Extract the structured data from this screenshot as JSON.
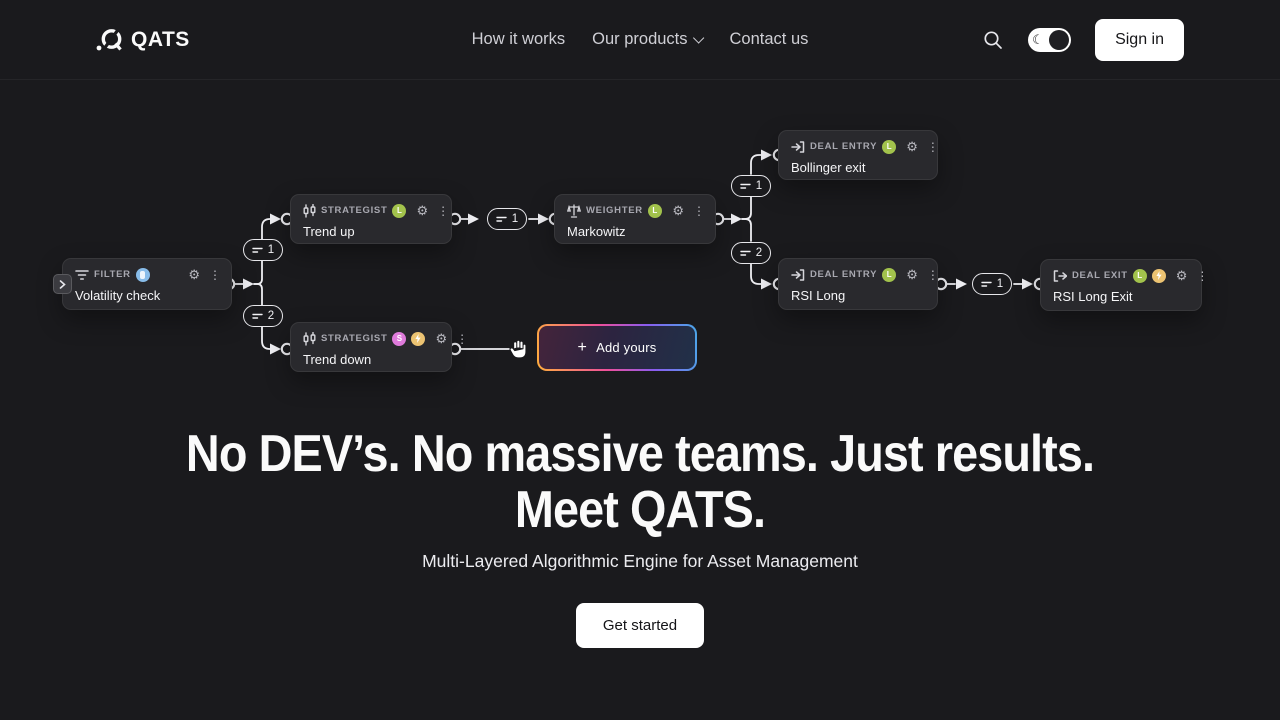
{
  "nav": {
    "brand": "QATS",
    "links": [
      {
        "label": "How it works",
        "has_dropdown": false
      },
      {
        "label": "Our products",
        "has_dropdown": true
      },
      {
        "label": "Contact us",
        "has_dropdown": false
      }
    ],
    "theme_toggle_state": "dark",
    "sign_in_label": "Sign in"
  },
  "flow": {
    "nodes": [
      {
        "type_label": "FILTER",
        "name": "Volatility check",
        "badges": [
          {
            "color": "#88bce9",
            "glyph": "",
            "kind": "indicator-icon"
          }
        ]
      },
      {
        "type_label": "STRATEGIST",
        "name": "Trend up",
        "badges": [
          {
            "color": "#a2c24c",
            "glyph": "L",
            "kind": "letter"
          }
        ]
      },
      {
        "type_label": "WEIGHTER",
        "name": "Markowitz",
        "badges": [
          {
            "color": "#a2c24c",
            "glyph": "L",
            "kind": "letter"
          }
        ]
      },
      {
        "type_label": "DEAL ENTRY",
        "name": "Bollinger exit",
        "badges": [
          {
            "color": "#a2c24c",
            "glyph": "L",
            "kind": "letter"
          }
        ]
      },
      {
        "type_label": "DEAL ENTRY",
        "name": "RSI Long",
        "badges": [
          {
            "color": "#a2c24c",
            "glyph": "L",
            "kind": "letter"
          }
        ]
      },
      {
        "type_label": "STRATEGIST",
        "name": "Trend down",
        "badges": [
          {
            "color": "#df7bdb",
            "glyph": "S",
            "kind": "letter"
          },
          {
            "color": "#ecc372",
            "glyph": "",
            "kind": "lightning-icon"
          }
        ]
      },
      {
        "type_label": "DEAL EXIT",
        "name": "RSI Long Exit",
        "badges": [
          {
            "color": "#a2c24c",
            "glyph": "L",
            "kind": "letter"
          },
          {
            "color": "#ecc372",
            "glyph": "",
            "kind": "lightning-icon"
          }
        ]
      }
    ],
    "pills": [
      {
        "number": "1"
      },
      {
        "number": "2"
      },
      {
        "number": "1"
      },
      {
        "number": "1"
      },
      {
        "number": "2"
      },
      {
        "number": "1"
      }
    ],
    "add_node": {
      "plus": "+",
      "label": "Add yours"
    }
  },
  "hero": {
    "headline_line1": "No DEV’s. No massive teams. Just results.",
    "headline_line2": "Meet QATS.",
    "subtitle": "Multi-Layered Algorithmic Engine for Asset Management",
    "cta_label": "Get started"
  },
  "colors": {
    "background": "#1a1a1d",
    "node_bg": "#29292d",
    "badge_green": "#a2c24c",
    "badge_blue": "#88bce9",
    "badge_pink": "#df7bdb",
    "badge_yellow": "#ecc372",
    "add_node_border_gradient": [
      "#ffae3d",
      "#ee4f9b",
      "#8a5cf0",
      "#4aa7e8"
    ],
    "wire": "#eeeef2"
  }
}
